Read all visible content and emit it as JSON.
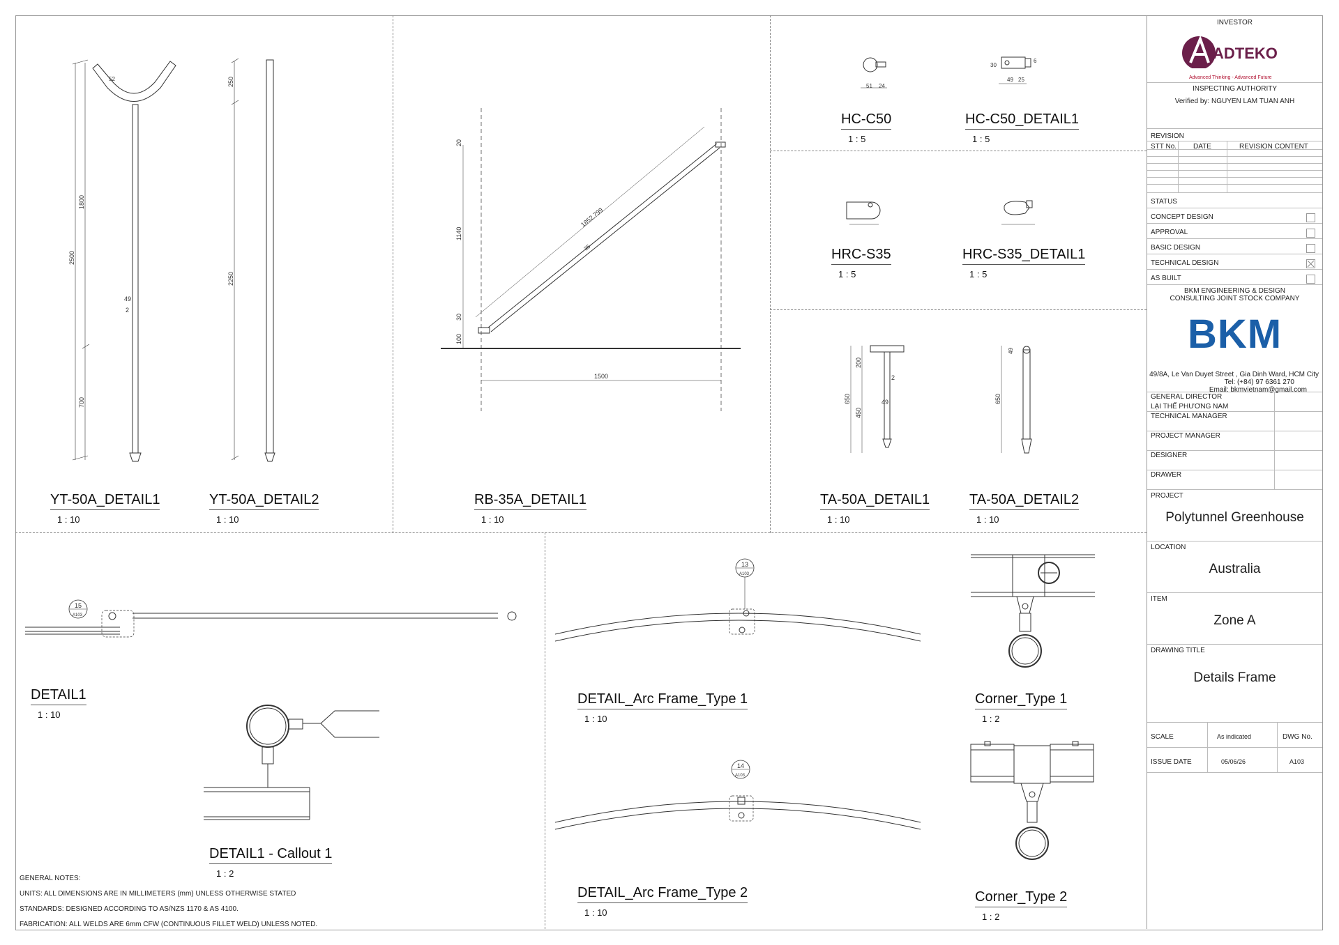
{
  "details": [
    {
      "name": "YT-50A_DETAIL1",
      "scale": "1 : 10"
    },
    {
      "name": "YT-50A_DETAIL2",
      "scale": "1 : 10"
    },
    {
      "name": "RB-35A_DETAIL1",
      "scale": "1 : 10"
    },
    {
      "name": "HC-C50",
      "scale": "1 : 5"
    },
    {
      "name": "HC-C50_DETAIL1",
      "scale": "1 : 5"
    },
    {
      "name": "HRC-S35",
      "scale": "1 : 5"
    },
    {
      "name": "HRC-S35_DETAIL1",
      "scale": "1 : 5"
    },
    {
      "name": "TA-50A_DETAIL1",
      "scale": "1 : 10"
    },
    {
      "name": "TA-50A_DETAIL2",
      "scale": "1 : 10"
    },
    {
      "name": "DETAIL1",
      "scale": "1 : 10"
    },
    {
      "name": "DETAIL1 - Callout 1",
      "scale": "1 : 2"
    },
    {
      "name": "DETAIL_Arc Frame_Type 1",
      "scale": "1 : 10"
    },
    {
      "name": "DETAIL_Arc Frame_Type 2",
      "scale": "1 : 10"
    },
    {
      "name": "Corner_Type 1",
      "scale": "1 : 2"
    },
    {
      "name": "Corner_Type 2",
      "scale": "1 : 2"
    }
  ],
  "dims": {
    "yt1": [
      "2500",
      "1800",
      "700",
      "49",
      "2",
      "52"
    ],
    "yt2": [
      "250",
      "2250"
    ],
    "rb": [
      "1852.799",
      "1140",
      "30",
      "100",
      "1500",
      "20",
      "35"
    ],
    "hc": [
      "51",
      "24",
      "49",
      "25",
      "30",
      "6"
    ],
    "ta1": [
      "650",
      "200",
      "450",
      "2",
      "49"
    ],
    "ta2": [
      "650",
      "49"
    ]
  },
  "callouts": [
    {
      "num": "15",
      "sheet": "A103"
    },
    {
      "num": "13",
      "sheet": "A103"
    },
    {
      "num": "14",
      "sheet": "A103"
    }
  ],
  "notes": [
    "GENERAL NOTES:",
    "UNITS: ALL DIMENSIONS ARE IN MILLIMETERS (mm) UNLESS OTHERWISE STATED",
    "STANDARDS: DESIGNED ACCORDING TO AS/NZS 1170 & AS 4100.",
    "FABRICATION: ALL WELDS ARE 6mm CFW (CONTINUOUS FILLET WELD) UNLESS NOTED."
  ],
  "titleblock": {
    "investor_label": "INVESTOR",
    "investor_name": "ADTEKO",
    "investor_tagline": "Advanced Thinking - Advanced Future",
    "inspecting_label": "INSPECTING AUTHORITY",
    "verified": "Verified by: NGUYEN LAM TUAN ANH",
    "revision_label": "REVISION",
    "rev_cols": [
      "STT No.",
      "DATE",
      "REVISION CONTENT"
    ],
    "status_label": "STATUS",
    "status_items": [
      {
        "label": "CONCEPT DESIGN",
        "checked": false
      },
      {
        "label": "APPROVAL",
        "checked": false
      },
      {
        "label": "BASIC DESIGN",
        "checked": false
      },
      {
        "label": "TECHNICAL DESIGN",
        "checked": true
      },
      {
        "label": "AS BUILT",
        "checked": false
      }
    ],
    "company": "BKM ENGINEERING & DESIGN CONSULTING JOINT STOCK COMPANY",
    "company_logo": "BKM",
    "address": "49/8A, Le Van Duyet Street , Gia Dinh Ward, HCM City",
    "tel": "Tel: (+84) 97 6361 270",
    "email": "Email: bkmvietnam@gmail.com",
    "general_director_label": "GENERAL DIRECTOR",
    "general_director": "LẠI THẾ PHƯƠNG NAM",
    "technical_manager_label": "TECHNICAL MANAGER",
    "project_manager_label": "PROJECT MANAGER",
    "designer_label": "DESIGNER",
    "drawer_label": "DRAWER",
    "project_label": "PROJECT",
    "project": "Polytunnel Greenhouse",
    "location_label": "LOCATION",
    "location": "Australia",
    "item_label": "ITEM",
    "item": "Zone A",
    "drawing_title_label": "DRAWING TITLE",
    "drawing_title": "Details Frame",
    "scale_label": "SCALE",
    "scale": "As indicated",
    "dwg_label": "DWG No.",
    "issue_label": "ISSUE DATE",
    "issue_date": "05/06/26",
    "dwg_no": "A103"
  },
  "colors": {
    "adteko": "#6b1f4a",
    "bkm": "#1b5fa8"
  }
}
